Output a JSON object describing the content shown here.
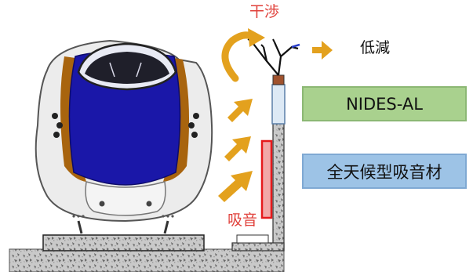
{
  "labels": {
    "interference": "干渉",
    "reduction": "低減",
    "absorption": "吸音"
  },
  "boxes": {
    "nides": "NIDES-AL",
    "absorber": "全天候型吸音材"
  },
  "colors": {
    "arrow": "#e3a11e",
    "label_red": "#e0403a",
    "train_body": "#1a17a8",
    "train_stripe": "#a8640e",
    "box_green": "#a9d18e",
    "box_blue": "#9dc3e6",
    "absorber_outline": "#e5191c"
  }
}
